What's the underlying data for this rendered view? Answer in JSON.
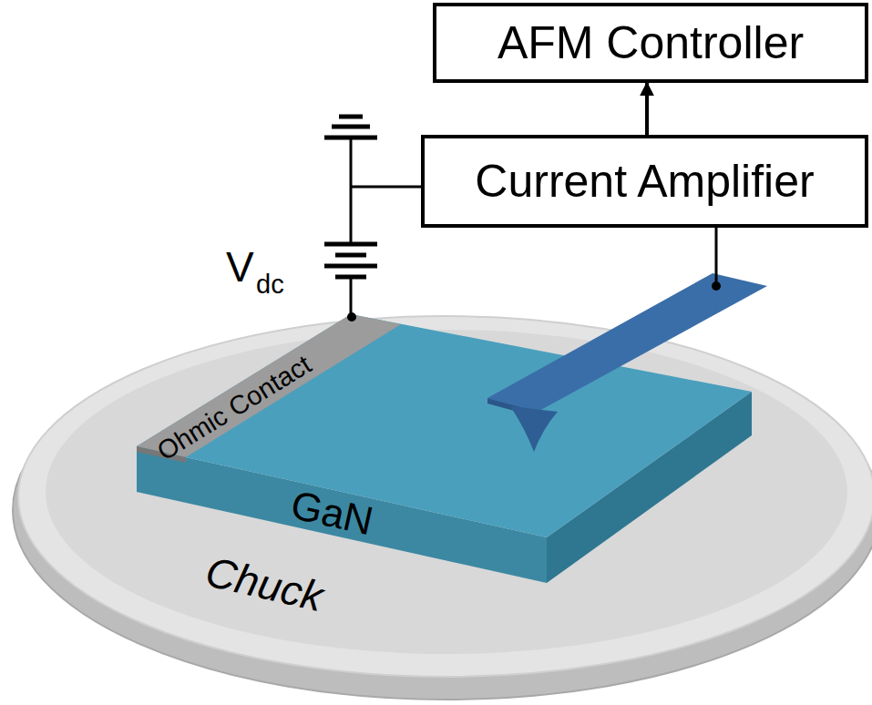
{
  "diagram": {
    "nodes": [
      {
        "text": [
          "AFM Controller"
        ]
      },
      {
        "text": [
          "Current Amplifier"
        ]
      }
    ],
    "edges": [
      {
        "from": 1,
        "to": 0,
        "arrow": "to"
      }
    ],
    "labels": [
      "V",
      "dc",
      "Ohmic Contact",
      "GaN",
      "Chuck"
    ]
  }
}
